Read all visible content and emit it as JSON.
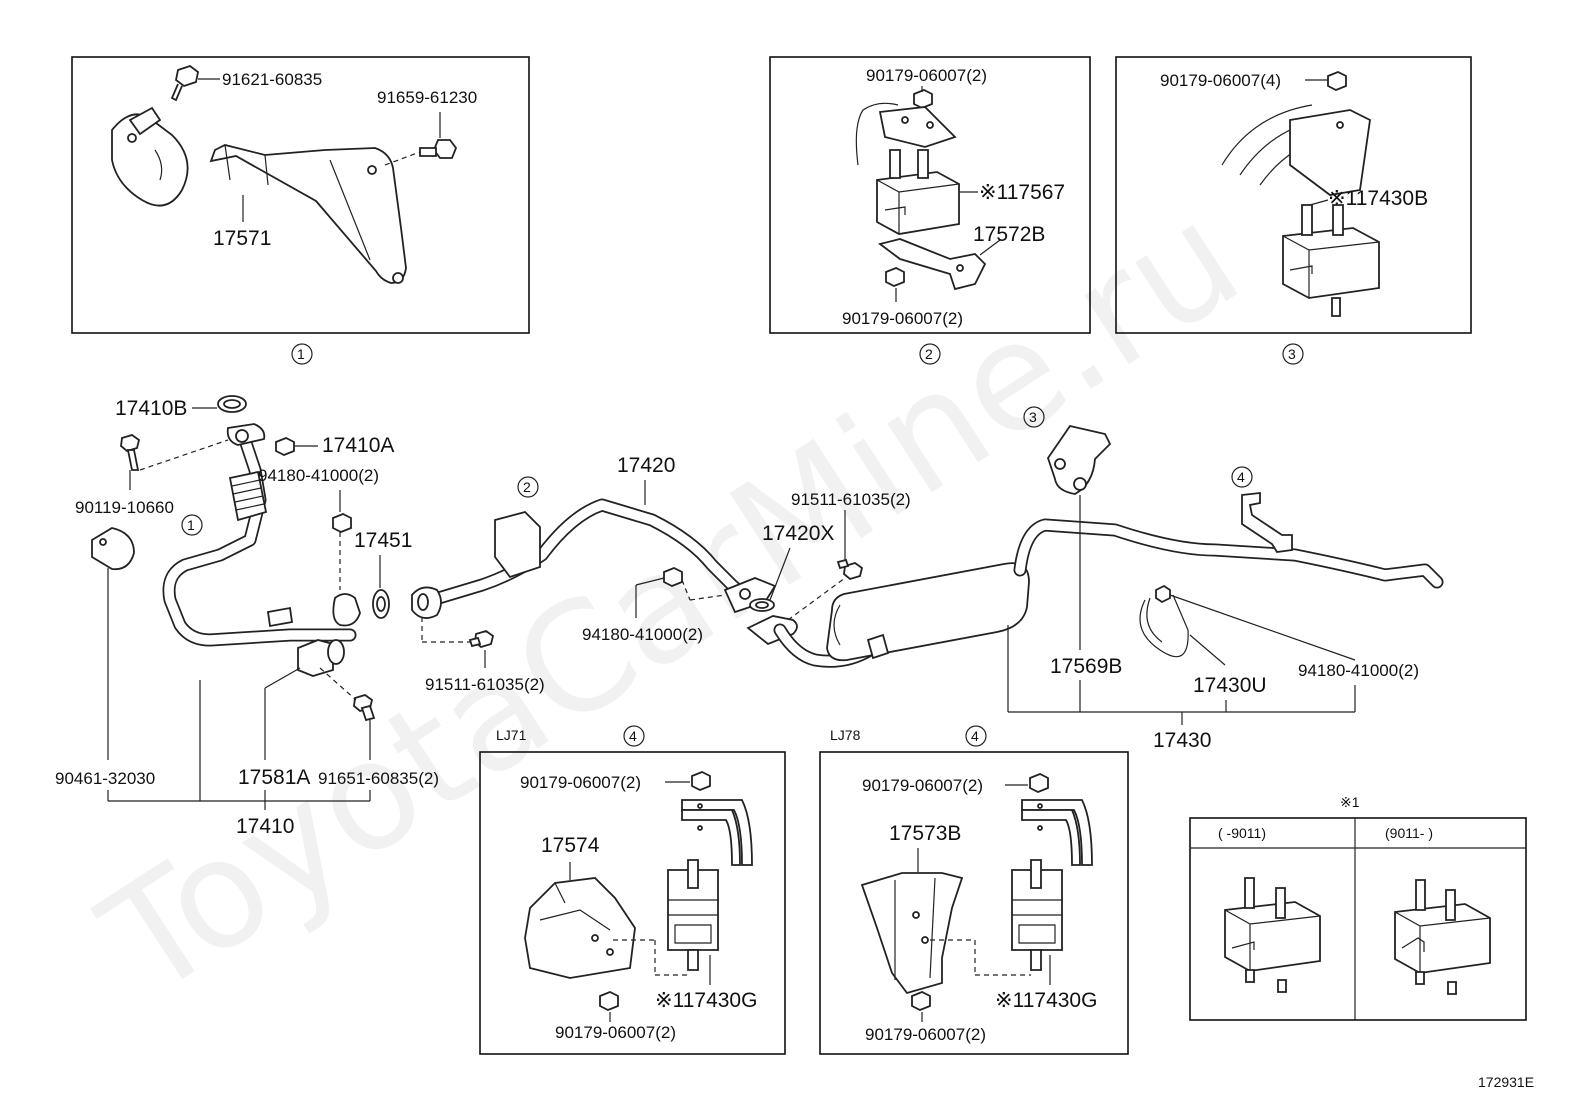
{
  "watermark": "ToyotaCarMine.ru",
  "diagram_id": "172931E",
  "boxes": {
    "box1": {
      "circle": "1",
      "parts": [
        "91621-60835",
        "91659-61230",
        "17571"
      ]
    },
    "box2": {
      "circle": "2",
      "parts": [
        "90179-06007(2)",
        "※117567",
        "17572B",
        "90179-06007(2)"
      ]
    },
    "box3": {
      "circle": "3",
      "parts": [
        "90179-06007(4)",
        "※117430B"
      ]
    },
    "box4a": {
      "circle": "4",
      "model": "LJ71",
      "parts": [
        "90179-06007(2)",
        "17574",
        "※117430G",
        "90179-06007(2)"
      ]
    },
    "box4b": {
      "circle": "4",
      "model": "LJ78",
      "parts": [
        "90179-06007(2)",
        "17573B",
        "※117430G",
        "90179-06007(2)"
      ]
    },
    "note_box": {
      "title": "※1",
      "col1": "(      -9011)",
      "col2": "(9011-      )"
    }
  },
  "main_labels": {
    "p17410B": "17410B",
    "p17410A": "17410A",
    "p90119": "90119-10660",
    "p94180a": "94180-41000(2)",
    "p17451": "17451",
    "p90461": "90461-32030",
    "p17581A": "17581A",
    "p91651": "91651-60835(2)",
    "p17410": "17410",
    "p17420": "17420",
    "p17420X": "17420X",
    "p91511a": "91511-61035(2)",
    "p94180b": "94180-41000(2)",
    "p91511b": "91511-61035(2)",
    "p17569B": "17569B",
    "p17430U": "17430U",
    "p94180c": "94180-41000(2)",
    "p17430": "17430",
    "c1": "1",
    "c2": "2",
    "c3": "3",
    "c4": "4"
  }
}
